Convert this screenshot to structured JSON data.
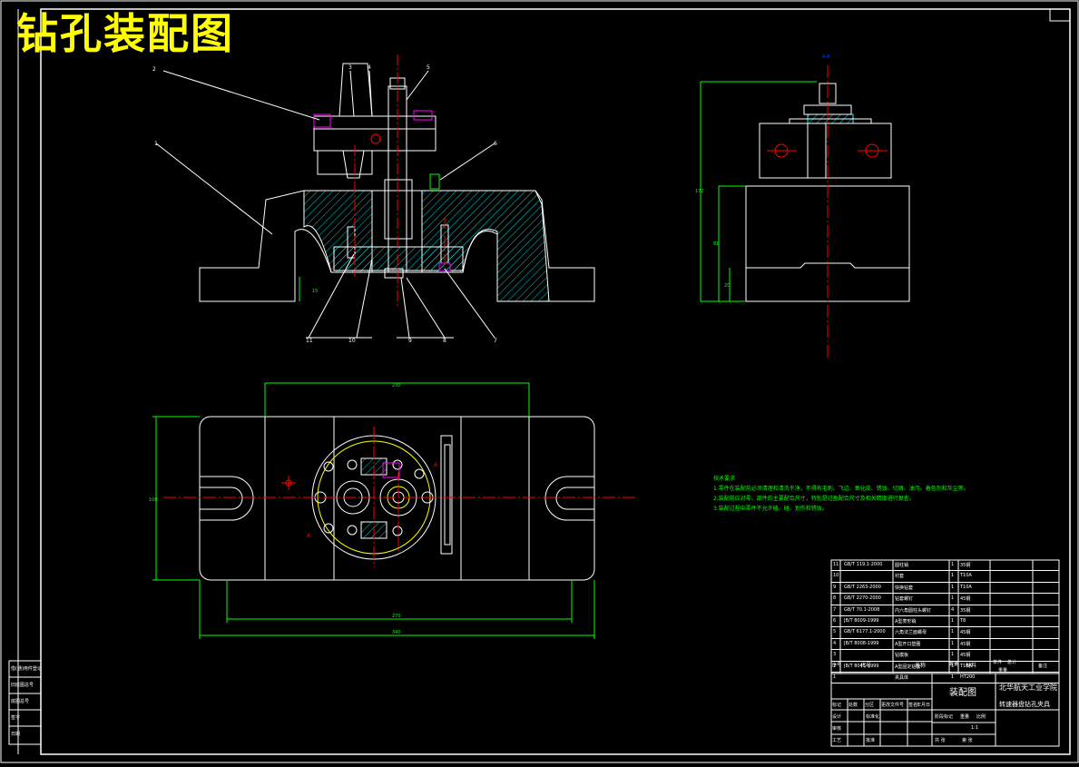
{
  "drawing": {
    "title": "钻孔装配图",
    "view_mark": "A-A",
    "balloons": [
      "1",
      "2",
      "3",
      "4",
      "5",
      "6",
      "7",
      "8",
      "9",
      "10",
      "11"
    ]
  },
  "dimensions": {
    "front_height": "15",
    "top_width_upper": "230",
    "top_width_lower1": "270",
    "top_width_lower2": "340",
    "top_height": "100",
    "side_total_height": "172",
    "side_mid_height": "81",
    "side_low_height": "20"
  },
  "technical_requirements": {
    "heading": "技术要求",
    "items": [
      "1.零件在装配前必须清理和清洗干净，不得有毛刺、飞边、氧化皮、锈蚀、切屑、油污、着色剂和灰尘等。",
      "2.装配前应对零、部件的主要配合尺寸，特别是过盈配合尺寸及相关精度进行复查。",
      "3.装配过程中零件不允许磕、碰、划伤和锈蚀。"
    ]
  },
  "bom": {
    "rows": [
      {
        "no": "11",
        "code": "GB/T 119.1-2000",
        "name": "圆柱销",
        "qty": "1",
        "material": "35钢"
      },
      {
        "no": "10",
        "code": "",
        "name": "衬套",
        "qty": "1",
        "material": "T10A"
      },
      {
        "no": "9",
        "code": "GB/T 2263-2000",
        "name": "快换钻套",
        "qty": "1",
        "material": "T10A"
      },
      {
        "no": "8",
        "code": "GB/T 2270-2000",
        "name": "钻套螺钉",
        "qty": "1",
        "material": "45钢"
      },
      {
        "no": "7",
        "code": "GB/T 70.1-2008",
        "name": "内六角圆柱头螺钉",
        "qty": "4",
        "material": "35钢"
      },
      {
        "no": "6",
        "code": "JB/T 8009-1999",
        "name": "A型菱形销",
        "qty": "1",
        "material": "T8"
      },
      {
        "no": "5",
        "code": "GB/T 6177.1-2000",
        "name": "六角法兰面螺母",
        "qty": "1",
        "material": "45钢"
      },
      {
        "no": "4",
        "code": "JB/T 8008-1999",
        "name": "A型开口垫圈",
        "qty": "1",
        "material": "45钢"
      },
      {
        "no": "3",
        "code": "",
        "name": "钻模板",
        "qty": "1",
        "material": "45钢"
      },
      {
        "no": "2",
        "code": "JB/T 8045-1999",
        "name": "A型固定钻套",
        "qty": "1",
        "material": "T10A"
      },
      {
        "no": "1",
        "code": "",
        "name": "夹具体",
        "qty": "1",
        "material": "HT200"
      }
    ],
    "header": {
      "no": "序号",
      "code": "代号",
      "name": "名称",
      "qty": "数量",
      "material": "材料",
      "unit_weight": "单件",
      "total_weight": "总计",
      "weight": "重量",
      "remark": "备注"
    }
  },
  "title_block": {
    "drawing_name": "装配图",
    "school": "北华航天工业学院",
    "part_name": "转速器盘钻孔夹具",
    "labels": [
      "标记",
      "处数",
      "分区",
      "更改文件号",
      "签名",
      "年月日",
      "设计",
      "标准化",
      "审核",
      "工艺",
      "批准",
      "阶段标记",
      "重量",
      "比例",
      "共 张",
      "第 张"
    ],
    "scale": "1:1"
  },
  "side_strip": {
    "labels": [
      "借(通)用件登记",
      "旧底图总号",
      "底图总号",
      "签字",
      "日期"
    ]
  }
}
